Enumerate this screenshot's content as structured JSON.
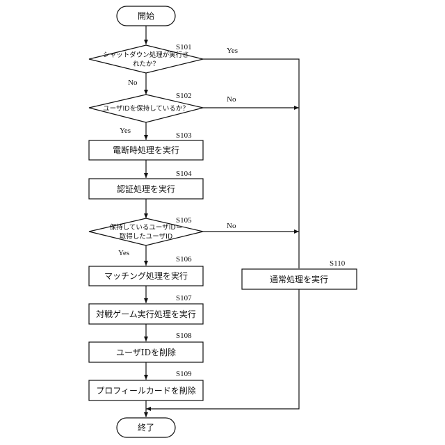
{
  "flowchart": {
    "start": "開始",
    "end": "終了",
    "decisions": [
      {
        "step": "S101",
        "lines": [
          "シャットダウン処理が実行さ",
          "れたか？"
        ],
        "yes": "Yes",
        "no": "No"
      },
      {
        "step": "S102",
        "lines": [
          "ユーザIDを保持しているか？"
        ],
        "yes": "Yes",
        "no": "No"
      },
      {
        "step": "S105",
        "lines": [
          "保持しているユーザID＝",
          "取得したユーザID"
        ],
        "yes": "Yes",
        "no": "No"
      }
    ],
    "processes": [
      {
        "step": "S103",
        "label": "電断時処理を実行"
      },
      {
        "step": "S104",
        "label": "認証処理を実行"
      },
      {
        "step": "S106",
        "label": "マッチング処理を実行"
      },
      {
        "step": "S107",
        "label": "対戦ゲーム実行処理を実行"
      },
      {
        "step": "S108",
        "label": "ユーザIDを削除"
      },
      {
        "step": "S109",
        "label": "プロフィールカードを削除"
      },
      {
        "step": "S110",
        "label": "通常処理を実行"
      }
    ]
  }
}
